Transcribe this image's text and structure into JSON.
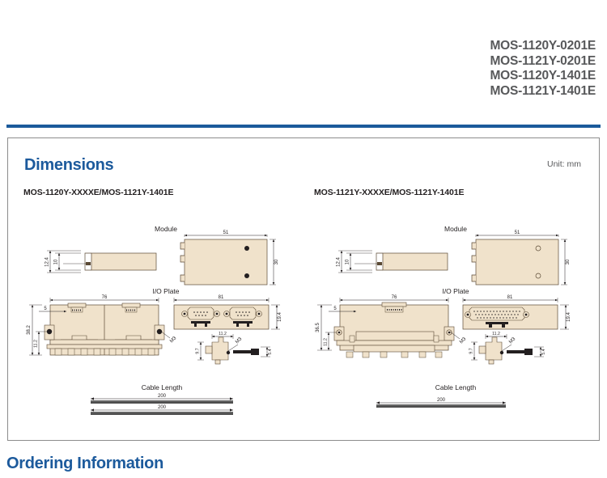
{
  "header": {
    "models": [
      "MOS-1120Y-0201E",
      "MOS-1121Y-0201E",
      "MOS-1120Y-1401E",
      "MOS-1121Y-1401E"
    ]
  },
  "panel": {
    "section_title": "Dimensions",
    "unit_label": "Unit: mm",
    "left": {
      "subtitle": "MOS-1120Y-XXXXE/MOS-1121Y-1401E",
      "groups": {
        "module": "Module",
        "io_plate": "I/O Plate",
        "cable_length": "Cable Length"
      },
      "module_dims": {
        "thickness_outer": "12.4",
        "thickness_inner": "10",
        "width": "51",
        "height": "30"
      },
      "io_plate_dims": {
        "front_width": "76",
        "front_height": "38.2",
        "front_offset": "5",
        "front_hole_height": "11.2",
        "screw": "M3",
        "rear_width": "81",
        "rear_height": "19.4",
        "side_width": "11.2",
        "side_height": "9.7",
        "side_depth": "5.4",
        "side_screw": "M3"
      },
      "cables": [
        "200",
        "200"
      ]
    },
    "right": {
      "subtitle": "MOS-1121Y-XXXXE/MOS-1121Y-1401E",
      "groups": {
        "module": "Module",
        "io_plate": "I/O Plate",
        "cable_length": "Cable Length"
      },
      "module_dims": {
        "thickness_outer": "12.4",
        "thickness_inner": "10",
        "width": "51",
        "height": "30"
      },
      "io_plate_dims": {
        "front_width": "76",
        "front_height": "36.5",
        "front_offset": "5",
        "front_hole_height": "11.2",
        "screw": "M3",
        "rear_width": "81",
        "rear_height": "19.4",
        "side_width": "11.2",
        "side_height": "9.7",
        "side_depth": "5.4",
        "side_screw": "M3"
      },
      "cables": [
        "200"
      ]
    }
  },
  "footer": {
    "title": "Ordering Information"
  },
  "colors": {
    "brand_blue": "#1c5a9c",
    "rule_blue": "#1b5a9b",
    "part_fill": "#f0e2cb",
    "line": "#5b4a35",
    "header_gray": "#58595b",
    "panel_border": "#8c8c8c"
  }
}
